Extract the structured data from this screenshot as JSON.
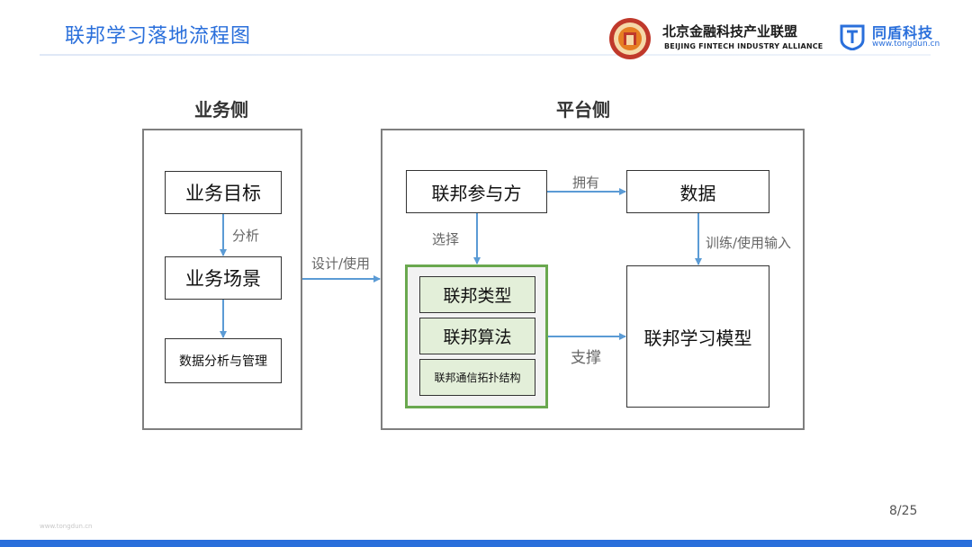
{
  "header": {
    "title": "联邦学习落地流程图",
    "alliance_name": "北京金融科技产业联盟",
    "alliance_en": "BEIJING FINTECH INDUSTRY ALLIANCE",
    "company_name": "同盾科技",
    "company_url": "www.tongdun.cn"
  },
  "business": {
    "title": "业务侧",
    "goal": "业务目标",
    "scenario": "业务场景",
    "analysis_mgmt": "数据分析与管理"
  },
  "platform": {
    "title": "平台侧",
    "participants": "联邦参与方",
    "data": "数据",
    "fed_type": "联邦类型",
    "fed_algo": "联邦算法",
    "fed_topology": "联邦通信拓扑结构",
    "fed_model": "联邦学习模型"
  },
  "edges": {
    "analyze": "分析",
    "design_use": "设计/使用",
    "own": "拥有",
    "select": "选择",
    "train_input": "训练/使用输入",
    "support": "支撑"
  },
  "footer": {
    "page": "8/25",
    "watermark": "www.tongdun.cn"
  },
  "colors": {
    "accent": "#2a6fdb",
    "arrow": "#5b9bd5",
    "group_border": "#6aa84f",
    "group_fill": "#e3efd9"
  }
}
